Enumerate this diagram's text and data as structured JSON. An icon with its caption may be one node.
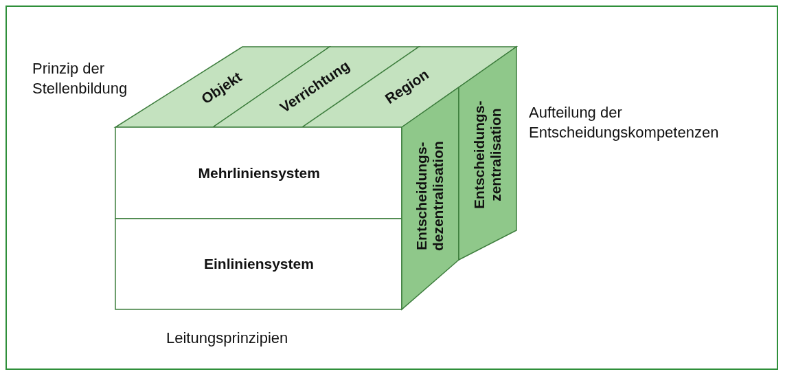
{
  "diagram": {
    "nodes": [
      {
        "text": [
          "Objekt"
        ]
      },
      {
        "text": [
          "Verrichtung"
        ]
      },
      {
        "text": [
          "Region"
        ]
      },
      {
        "text": [
          "Mehrliniensystem"
        ]
      },
      {
        "text": [
          "Einliniensystem"
        ]
      },
      {
        "text": [
          "Entscheidungs- dezentralisation"
        ]
      },
      {
        "text": [
          "Entscheidungs- zentralisation"
        ]
      }
    ],
    "edges": [],
    "labels": [
      "Prinzip der Stellenbildung",
      "Aufteilung der Entscheidungskompetenzen",
      "Leitungsprinzipien"
    ]
  }
}
